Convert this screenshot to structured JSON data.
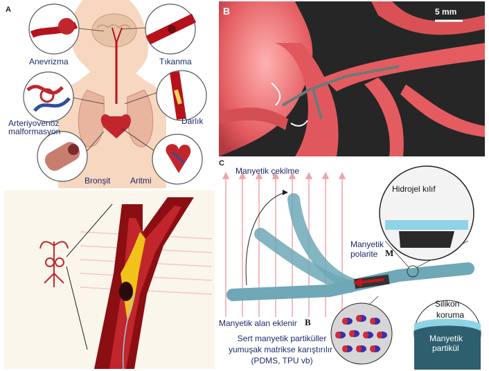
{
  "panel_a": {
    "letter": "A",
    "labels": {
      "aneurysm": "Anevrizma",
      "occlusion": "Tıkanma",
      "avm_line1": "Arteriyovenöz",
      "avm_line2": "malformasyon",
      "stenosis": "Darlık",
      "bronchus": "Bronşit",
      "arrhythmia": "Aritmi"
    }
  },
  "panel_b": {
    "letter": "B",
    "scale_label": "5 mm"
  },
  "panel_c": {
    "letter": "C",
    "labels": {
      "magnetic_pull": "Manyetik çekilme",
      "hydrogel_skin": "Hidrojel kılıf",
      "polarity_line1": "Manyetik",
      "polarity_line2": "polarite",
      "polarity_symbol": "M",
      "field_applied": "Manyetik alan eklenir",
      "field_symbol": "B",
      "silicone_line1": "Silikon",
      "silicone_line2": "koruma",
      "particle_line1": "Manyetik",
      "particle_line2": "partikül",
      "matrix_line1": "Sert manyetik partiküller",
      "matrix_line2": "yumuşak matrikse karıştırılır",
      "matrix_line3": "(PDMS, TPU vb)"
    }
  },
  "colors": {
    "vessel_red": "#c0262c",
    "tissue_pink": "#f28b8b",
    "dark_bg": "#262626",
    "catheter_teal": "#6fa8b7",
    "field_line_pink": "#f2a3a8",
    "label_navy": "#1b2a6b",
    "arrow_red": "#c8151d"
  }
}
